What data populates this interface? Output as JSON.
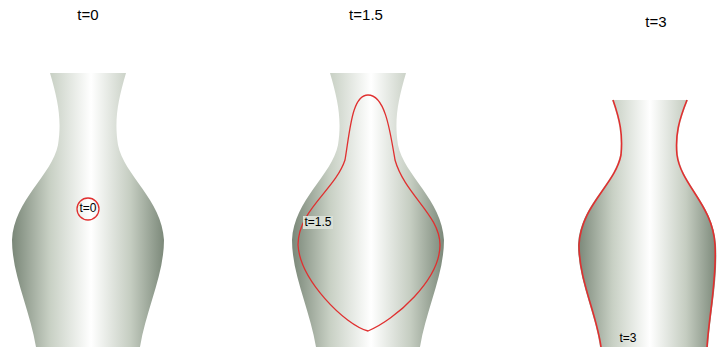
{
  "diagram": {
    "labels": [
      "t=0",
      "t=1.5",
      "t=3",
      "t=0",
      "t=1.5",
      "t=3"
    ]
  }
}
